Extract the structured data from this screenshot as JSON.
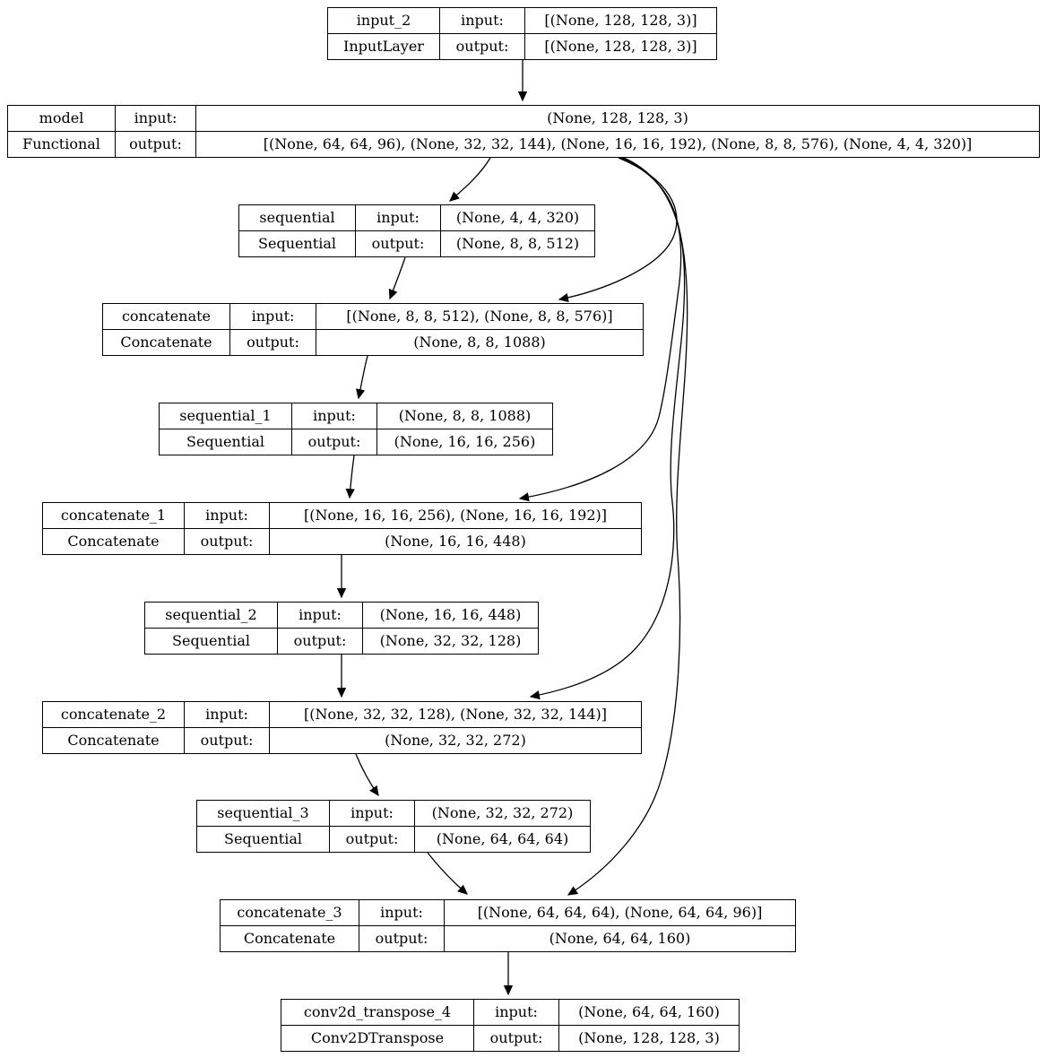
{
  "diagram_type": "keras-model-plot",
  "labels": {
    "input": "input:",
    "output": "output:"
  },
  "colors": {
    "background": "#ffffff",
    "node_border": "#000000",
    "edge": "#000000",
    "text": "#000000"
  },
  "nodes": [
    {
      "name": "input_2",
      "type": "InputLayer",
      "input": "[(None, 128, 128, 3)]",
      "output": "[(None, 128, 128, 3)]"
    },
    {
      "name": "model",
      "type": "Functional",
      "input": "(None, 128, 128, 3)",
      "output": "[(None, 64, 64, 96), (None, 32, 32, 144), (None, 16, 16, 192), (None, 8, 8, 576), (None, 4, 4, 320)]"
    },
    {
      "name": "sequential",
      "type": "Sequential",
      "input": "(None, 4, 4, 320)",
      "output": "(None, 8, 8, 512)"
    },
    {
      "name": "concatenate",
      "type": "Concatenate",
      "input": "[(None, 8, 8, 512), (None, 8, 8, 576)]",
      "output": "(None, 8, 8, 1088)"
    },
    {
      "name": "sequential_1",
      "type": "Sequential",
      "input": "(None, 8, 8, 1088)",
      "output": "(None, 16, 16, 256)"
    },
    {
      "name": "concatenate_1",
      "type": "Concatenate",
      "input": "[(None, 16, 16, 256), (None, 16, 16, 192)]",
      "output": "(None, 16, 16, 448)"
    },
    {
      "name": "sequential_2",
      "type": "Sequential",
      "input": "(None, 16, 16, 448)",
      "output": "(None, 32, 32, 128)"
    },
    {
      "name": "concatenate_2",
      "type": "Concatenate",
      "input": "[(None, 32, 32, 128), (None, 32, 32, 144)]",
      "output": "(None, 32, 32, 272)"
    },
    {
      "name": "sequential_3",
      "type": "Sequential",
      "input": "(None, 32, 32, 272)",
      "output": "(None, 64, 64, 64)"
    },
    {
      "name": "concatenate_3",
      "type": "Concatenate",
      "input": "[(None, 64, 64, 64), (None, 64, 64, 96)]",
      "output": "(None, 64, 64, 160)"
    },
    {
      "name": "conv2d_transpose_4",
      "type": "Conv2DTranspose",
      "input": "(None, 64, 64, 160)",
      "output": "(None, 128, 128, 3)"
    }
  ],
  "edges": [
    {
      "from": "input_2",
      "to": "model"
    },
    {
      "from": "model",
      "to": "sequential"
    },
    {
      "from": "model",
      "to": "concatenate"
    },
    {
      "from": "model",
      "to": "concatenate_1"
    },
    {
      "from": "model",
      "to": "concatenate_2"
    },
    {
      "from": "model",
      "to": "concatenate_3"
    },
    {
      "from": "sequential",
      "to": "concatenate"
    },
    {
      "from": "concatenate",
      "to": "sequential_1"
    },
    {
      "from": "sequential_1",
      "to": "concatenate_1"
    },
    {
      "from": "concatenate_1",
      "to": "sequential_2"
    },
    {
      "from": "sequential_2",
      "to": "concatenate_2"
    },
    {
      "from": "concatenate_2",
      "to": "sequential_3"
    },
    {
      "from": "sequential_3",
      "to": "concatenate_3"
    },
    {
      "from": "concatenate_3",
      "to": "conv2d_transpose_4"
    }
  ]
}
